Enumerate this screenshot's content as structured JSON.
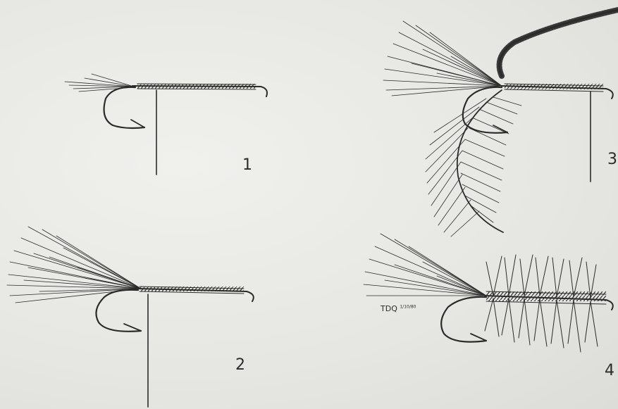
{
  "figure": {
    "steps": [
      {
        "id": 1,
        "label": "1",
        "stage": "tail-tied-on"
      },
      {
        "id": 2,
        "label": "2",
        "stage": "tail-extended"
      },
      {
        "id": 3,
        "label": "3",
        "stage": "chenille-and-hackle-added"
      },
      {
        "id": 4,
        "label": "4",
        "stage": "hackle-palmered"
      }
    ],
    "signature": {
      "initials": "TDQ",
      "date": "1/10/80"
    },
    "colors": {
      "ink": "#2b2b2b",
      "paper": "#e9e9e6"
    }
  }
}
